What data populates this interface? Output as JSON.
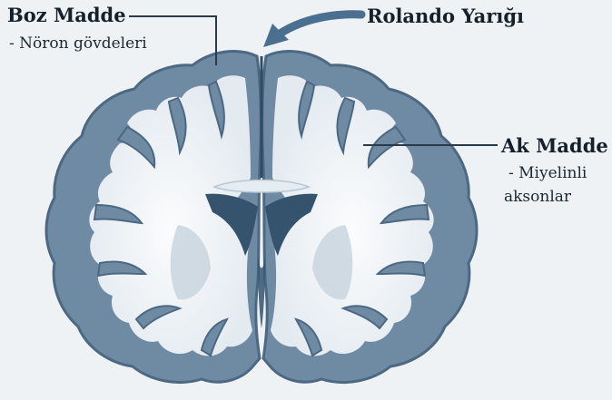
{
  "labels": {
    "gray_matter": {
      "title": "Boz Madde",
      "subtitle": "- Nöron gövdeleri"
    },
    "central_sulcus": {
      "title": "Rolando Yarığı"
    },
    "white_matter": {
      "title": "Ak Madde",
      "subtitle_line1": "- Miyelinli",
      "subtitle_line2": "aksonlar"
    }
  },
  "colors": {
    "background": "#eef2f5",
    "gray_matter": "#6f8aa3",
    "gray_matter_dark": "#4c6882",
    "white_matter": "#f4f7f9",
    "ventricle": "#35536d",
    "arrow": "#4a6f91",
    "leader_line": "#2b3a48"
  }
}
